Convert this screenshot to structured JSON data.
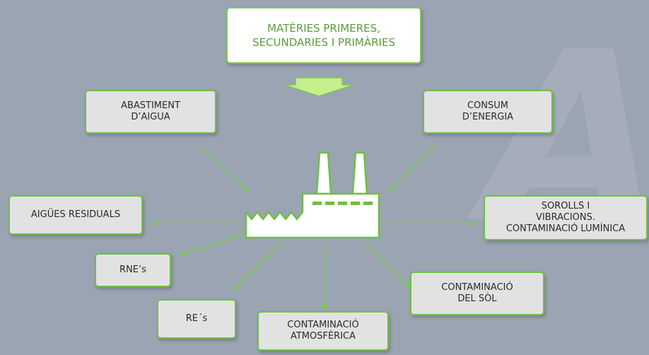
{
  "watermark": "A",
  "nodes": {
    "materies_primeres": "MATÈRIES PRIMERES,\nSECUNDARIES I PRIMÀRIES",
    "abastiment_aigua": "ABASTIMENT\nD’AIGUA",
    "consum_energia": "CONSUM\nD’ENERGIA",
    "aigues_residuals": "AIGÜES RESIDUALS",
    "sorolls": "SOROLLS I\nVIBRACIONS.\nCONTAMINACIÓ LUMÍNICA",
    "rnes": "RNE’s",
    "res": "RE´s",
    "contaminacio_atmosferica": "CONTAMINACIÓ\nATMOSFÈRICA",
    "contaminacio_sol": "CONTAMINACIÓ\nDEL SÒL"
  },
  "colors": {
    "background": "#9aa4b2",
    "box_fill": "#e2e2e2",
    "box_border": "#6fbf45",
    "arrow": "#7cc955",
    "top_text": "#5a9c3b",
    "factory_fill": "#ffffff",
    "factory_stroke": "#6fbf45"
  },
  "icons": [
    "factory-icon",
    "down-arrow-icon"
  ]
}
